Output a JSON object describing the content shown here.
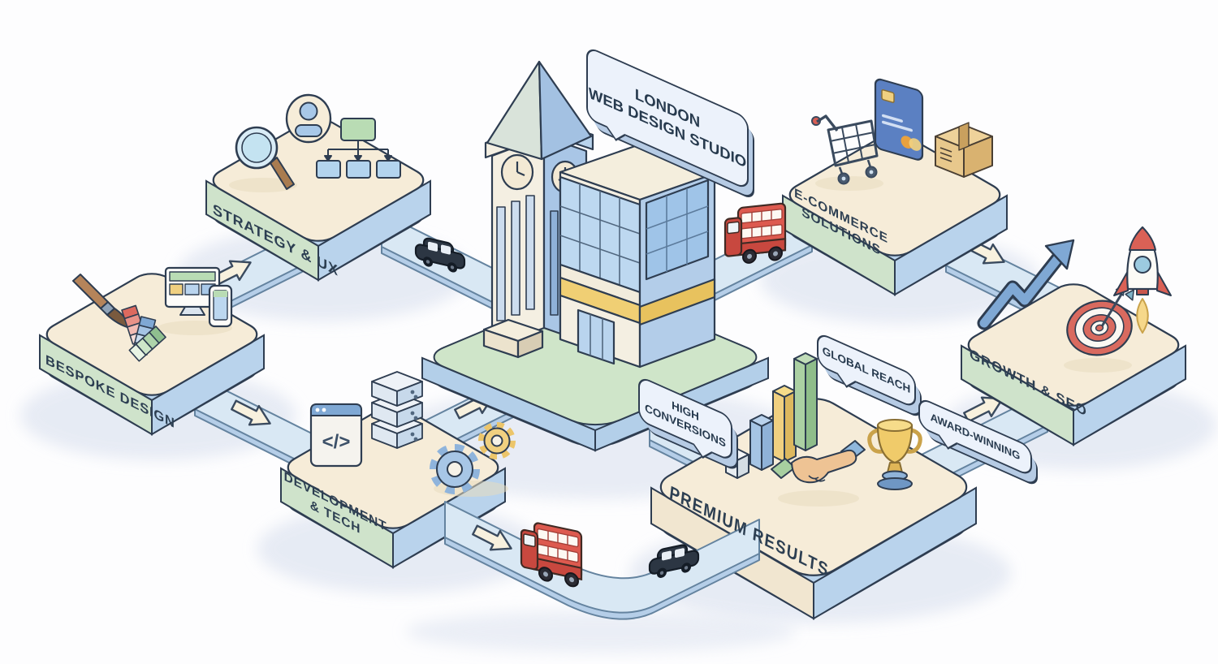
{
  "header": {
    "bubble": {
      "line1": "LONDON",
      "line2": "WEB DESIGN STUDIO",
      "icon": "speech-bubble-icon"
    }
  },
  "platforms": {
    "strategy": {
      "label": "STRATEGY & UX",
      "icons": [
        "magnifying-glass-icon",
        "user-avatar-icon",
        "sitemap-icon"
      ]
    },
    "bespoke": {
      "label": "BESPOKE DESIGN",
      "icons": [
        "paintbrush-icon",
        "color-swatches-icon",
        "monitor-phone-mockup-icon"
      ]
    },
    "development": {
      "label_line1": "DEVELOPMENT",
      "label_line2": "& TECH",
      "code_glyph": "</>",
      "icons": [
        "code-window-icon",
        "server-stack-icon",
        "gears-icon"
      ]
    },
    "ecommerce": {
      "label_line1": "E-COMMERCE",
      "label_line2": "SOLUTIONS",
      "icons": [
        "shopping-cart-icon",
        "credit-card-icon",
        "parcel-box-icon"
      ]
    },
    "premium": {
      "label": "PREMIUM RESULTS",
      "icons": [
        "bar-chart-icon",
        "handshake-icon",
        "trophy-icon"
      ]
    },
    "growth": {
      "label": "GROWTH & SEO",
      "icons": [
        "growth-arrow-icon",
        "target-icon",
        "rocket-icon"
      ]
    }
  },
  "callouts": {
    "global_reach": "GLOBAL REACH",
    "high_conversions": "HIGH CONVERSIONS",
    "award_winning": "AWARD-WINNING"
  },
  "scene": {
    "landmark": "clock-tower-and-office-building",
    "vehicles": [
      "double-decker-bus",
      "black-cab",
      "double-decker-bus",
      "black-cab"
    ],
    "roads": "connecting-loop-with-direction-arrows"
  },
  "colors": {
    "outline": "#2e3d51",
    "platform_top": "#f6ecd8",
    "side_green": "#cfe3cb",
    "side_blue": "#b9d3ec",
    "road": "#d9e8f4",
    "grass": "#cfe5c9",
    "bus_red": "#dd5a4f",
    "cab_black": "#2c3643",
    "accent_yellow": "#f0cf74",
    "bubble_fill": "#ecf2fb"
  }
}
